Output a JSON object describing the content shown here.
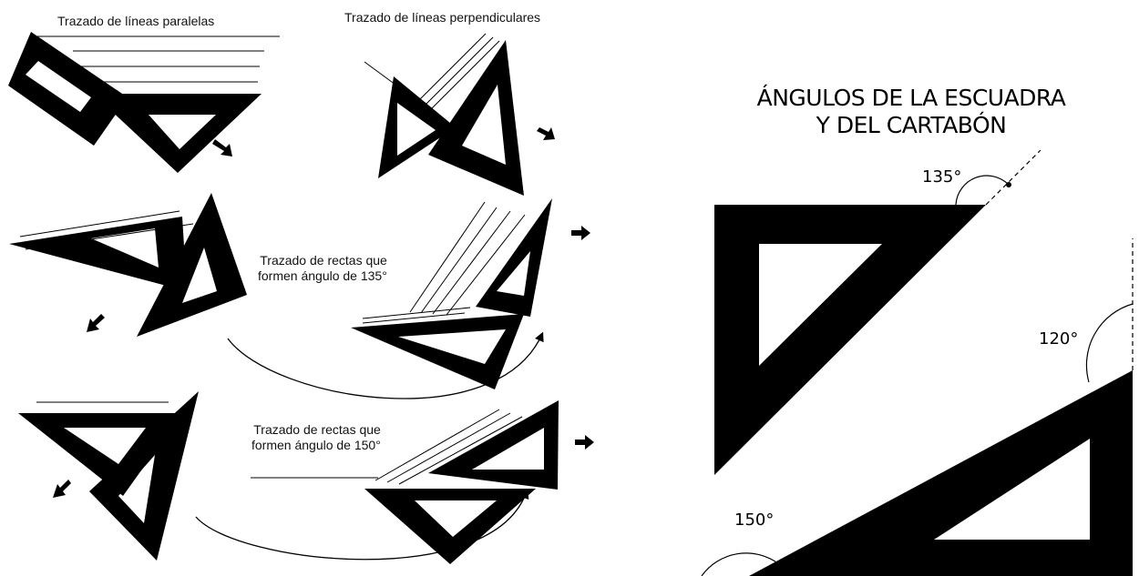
{
  "captions": {
    "parallel": "Trazado de líneas paralelas",
    "perpendicular": "Trazado de líneas perpendiculares",
    "angle135": "Trazado de rectas que\nformen ángulo de 135°",
    "angle150": "Trazado de rectas que\nformen ángulo de 150°"
  },
  "title": {
    "line1": "ÁNGULOS DE LA ESCUADRA",
    "line2": "Y DEL CARTABÓN"
  },
  "angles": {
    "a135": "135°",
    "a120": "120°",
    "a150": "150°"
  },
  "colors": {
    "ink": "#000000",
    "paper": "#ffffff"
  }
}
